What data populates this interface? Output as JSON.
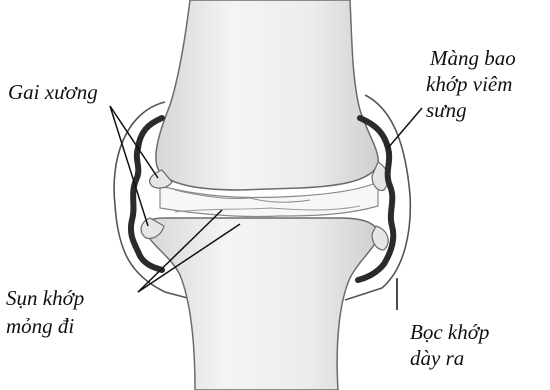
{
  "labels": {
    "bone_spurs": "Gai xương",
    "capsule_inflamed": [
      "Màng bao",
      "khớp viêm",
      "sưng"
    ],
    "cartilage_thin": [
      "Sụn khớp",
      "mỏng đi"
    ],
    "capsule_thick": [
      "Bọc khớp",
      "dày ra"
    ]
  },
  "colors": {
    "bone_fill": "#ececec",
    "bone_stroke": "#6b6b6b",
    "inflamed_membrane": "#2b2b2b",
    "capsule_outline": "#555555",
    "leader_lines": "#111111",
    "label_text": "#111111"
  }
}
